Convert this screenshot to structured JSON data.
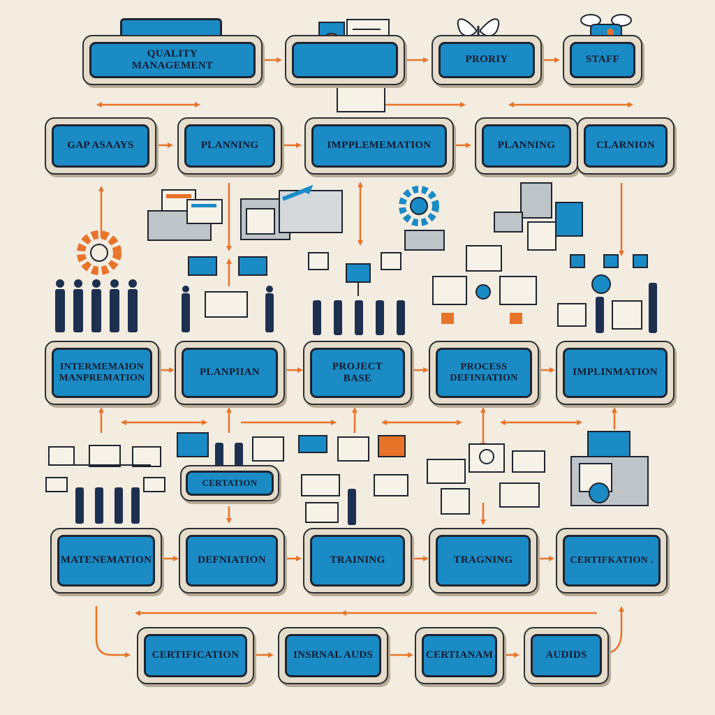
{
  "colors": {
    "background": "#f3ece0",
    "box_fill": "#1b8bc6",
    "box_border": "#1d2430",
    "arrow": "#e8742a"
  },
  "boxes": {
    "quality_management": "QUALITY\nMANAGEMENT",
    "proriy": "PRORIY",
    "staff": "STAFF",
    "gap_analysis": "GAP ASAAYS",
    "planning_1": "PLANNING",
    "implementation_1": "IMPPLEMEMATION",
    "planning_2": "PLANNING",
    "clarification": "CLARNION",
    "information_management": "INTERMEMAION\nMANPREMATION",
    "planning_3": "PLANPIIAN",
    "project_base": "PROJECT\nBASE",
    "process_definition": "PROCESS\nDEFINIATION",
    "implementation_2": "IMPLINMATION",
    "certification_1": "CERTATION",
    "maintenance": "MATENEMATION",
    "definition": "DEFNIATION",
    "training_1": "TRAINING",
    "training_2": "TRAGNING",
    "certification_2": "CERTIFKATION .",
    "certification_3": "CERTIFICATION",
    "internal_audits": "INSRNAL AUDS",
    "certainam": "CERTIANAM",
    "audits": "AUDIDS"
  },
  "icons": [
    "document-stack-icon",
    "butterfly-icon",
    "drone-icon",
    "computer-icon",
    "shredder-icon",
    "gear-icon",
    "book-icon",
    "people-icon",
    "org-chart-icon",
    "archive-box-icon"
  ]
}
